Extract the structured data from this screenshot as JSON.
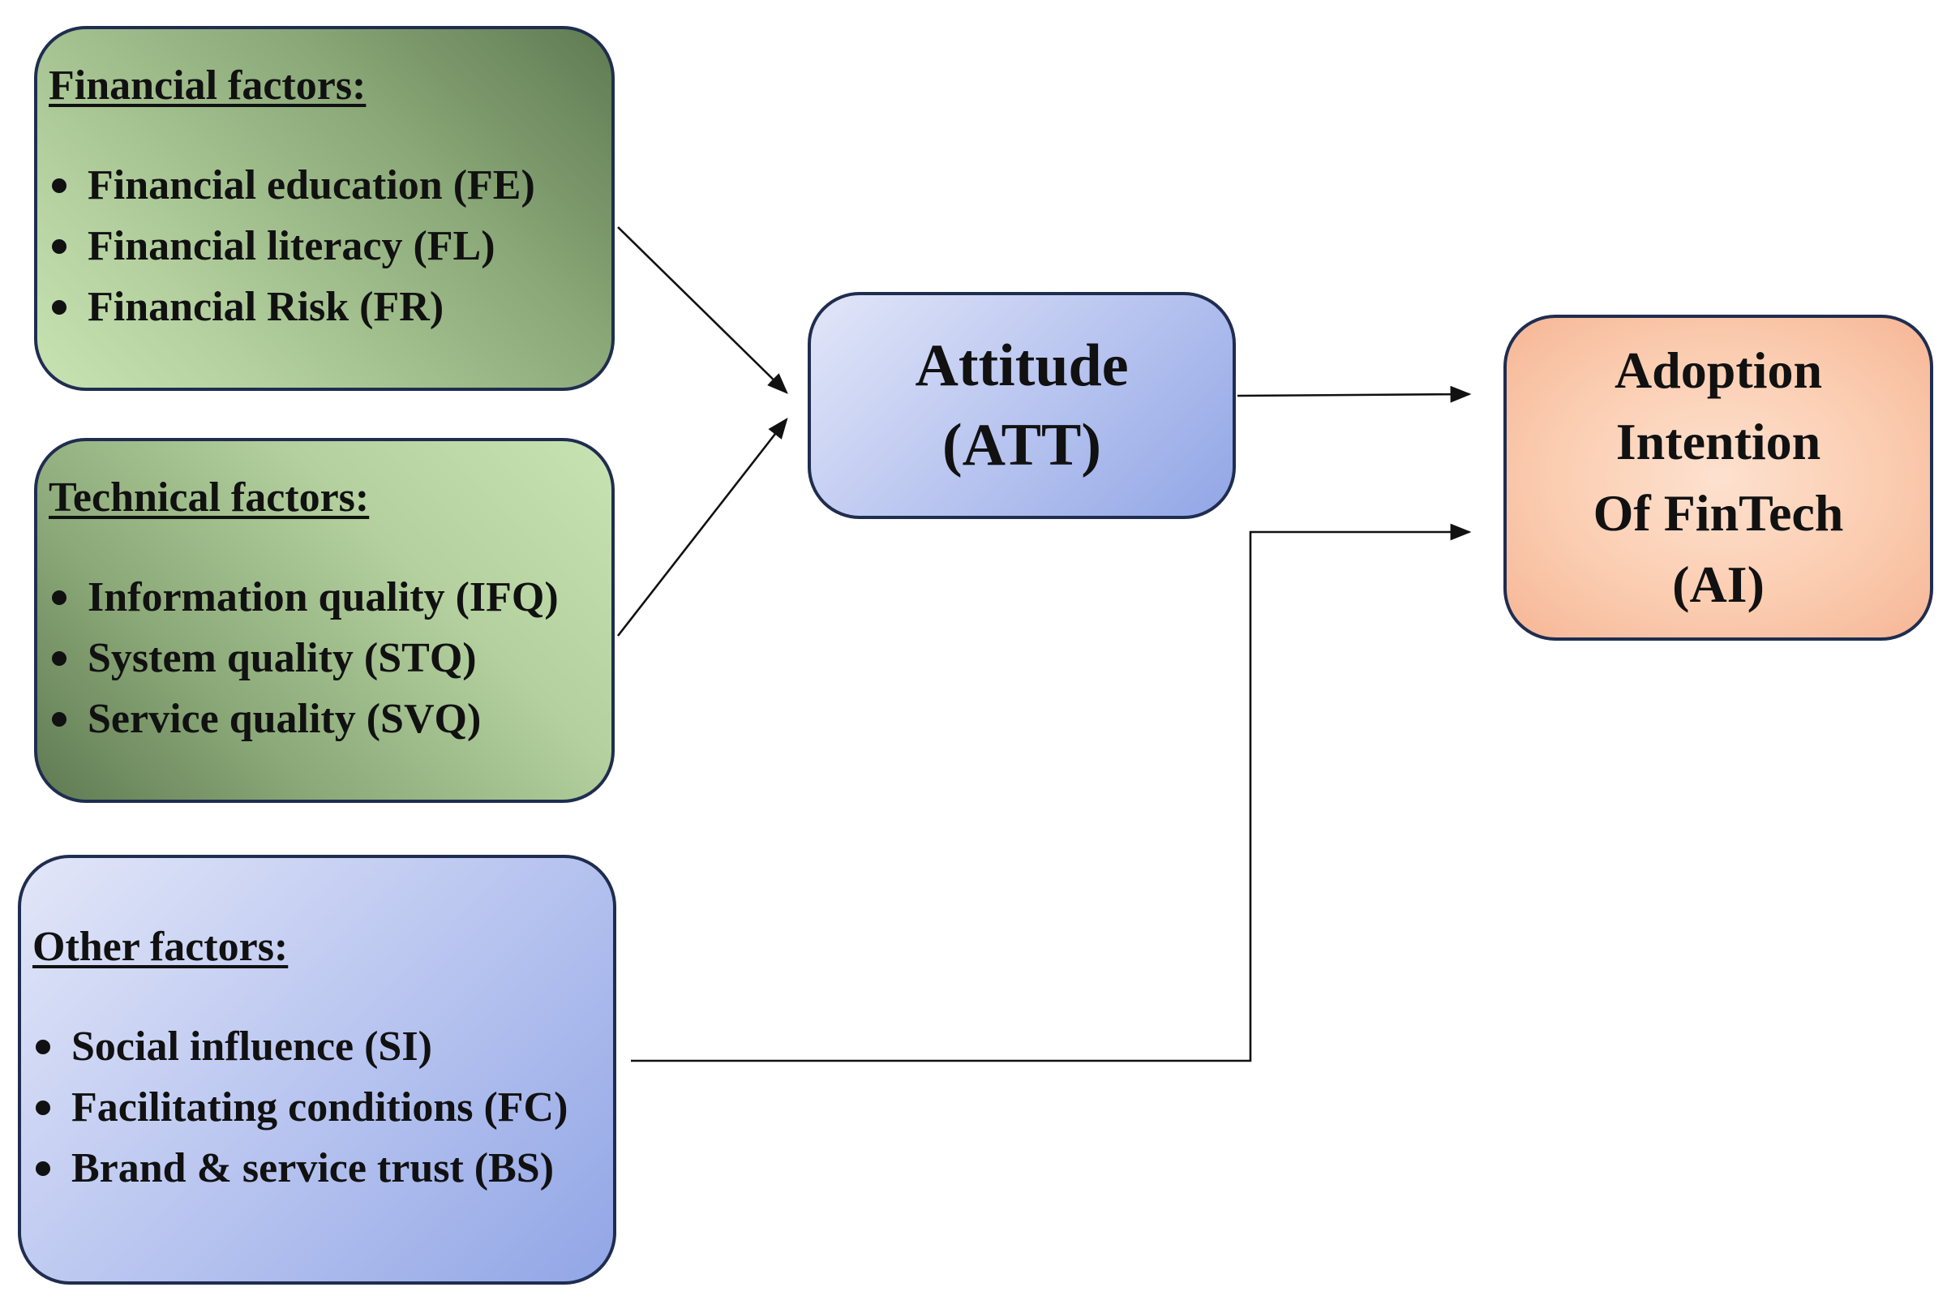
{
  "financial": {
    "title": "Financial factors:",
    "items": [
      "Financial education (FE)",
      "Financial literacy (FL)",
      "Financial Risk (FR)"
    ]
  },
  "technical": {
    "title": "Technical factors:",
    "items": [
      "Information quality (IFQ)",
      "System quality (STQ)",
      "Service quality (SVQ)"
    ]
  },
  "other": {
    "title": "Other factors:",
    "items": [
      "Social influence (SI)",
      "Facilitating conditions (FC)",
      "Brand & service trust (BS)"
    ]
  },
  "attitude": {
    "lines": [
      "Attitude",
      "(ATT)"
    ]
  },
  "adoption": {
    "lines": [
      "Adoption",
      "Intention",
      "Of FinTech",
      "(AI)"
    ]
  },
  "colors": {
    "factor_green": "#b3d09e",
    "factor_green_dark": "#5f7a52",
    "blue_box": "#bac6f0",
    "peach_box": "#fbcdb1",
    "border": "#1f2d4f",
    "connector": "#111111"
  }
}
